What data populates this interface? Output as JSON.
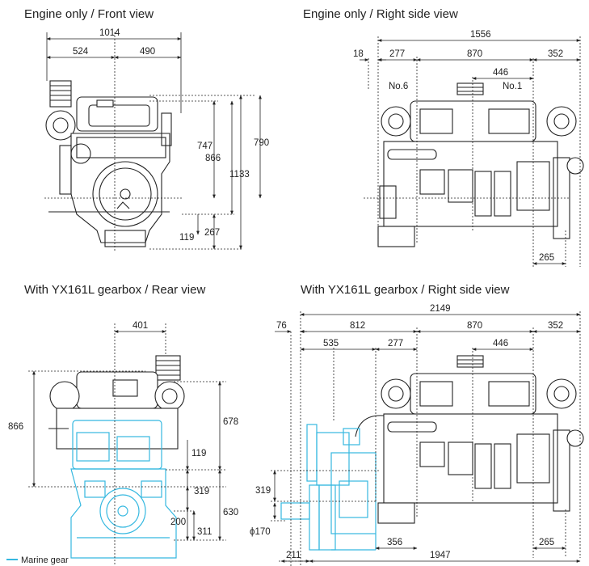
{
  "views": {
    "front": {
      "title": "Engine only / Front view",
      "dims": {
        "width_total": "1014",
        "width_left": "524",
        "width_right": "490",
        "h_747": "747",
        "h_866": "866",
        "h_1133": "1133",
        "h_790": "790",
        "h_119": "119",
        "h_267": "267"
      }
    },
    "right": {
      "title": "Engine only / Right side view",
      "dims": {
        "length_total": "1556",
        "d18": "18",
        "d277": "277",
        "d870": "870",
        "d352": "352",
        "d446": "446",
        "d265": "265"
      },
      "labels": {
        "no6": "No.6",
        "no1": "No.1"
      }
    },
    "rear": {
      "title": "With YX161L gearbox / Rear view",
      "dims": {
        "d401": "401",
        "h866": "866",
        "h678": "678",
        "h119": "119",
        "h319": "319",
        "h630": "630",
        "h200": "200",
        "h311": "311"
      }
    },
    "gear_right": {
      "title": "With YX161L gearbox / Right side view",
      "dims": {
        "length_total": "2149",
        "d76": "76",
        "d812": "812",
        "d870": "870",
        "d352": "352",
        "d535": "535",
        "d277": "277",
        "d446": "446",
        "h319": "319",
        "dia170": "ϕ170",
        "d356": "356",
        "d265": "265",
        "d211": "211",
        "d1947": "1947"
      }
    }
  },
  "legend": {
    "label": "Marine gear",
    "color": "#35b8e0"
  }
}
